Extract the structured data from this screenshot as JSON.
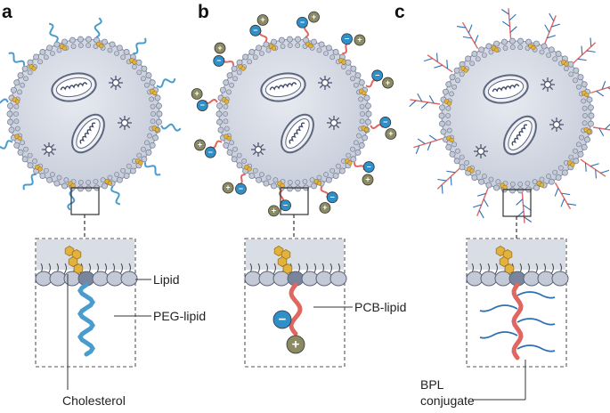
{
  "panels": [
    {
      "letter": "a",
      "labels": [
        "Lipid",
        "PEG-lipid",
        "Cholesterol"
      ]
    },
    {
      "letter": "b",
      "labels": [
        "PCB-lipid"
      ]
    },
    {
      "letter": "c",
      "labels": [
        "BPL",
        "conjugate"
      ]
    }
  ],
  "colors": {
    "peg": "#4a9ccc",
    "pcb": "#e06661",
    "bpl_blue": "#2f6fb3",
    "negative_charge": "#2f8fc9",
    "positive_charge": "#8b8a63",
    "cholesterol": "#e3b23c",
    "particle_fill": "#d9dde6",
    "membrane_head": "#c3c9d6"
  },
  "symbols": {
    "minus": "−",
    "plus": "+"
  }
}
